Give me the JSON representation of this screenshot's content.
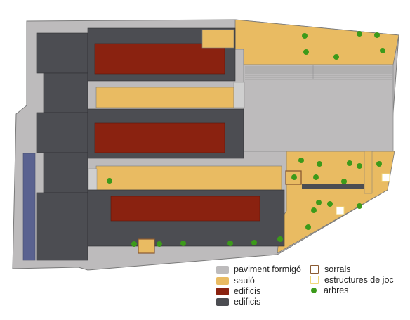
{
  "colors": {
    "concrete": "#bdbbbc",
    "sand": "#e9bb62",
    "building_red": "#8a2210",
    "building_grey": "#4c4d52",
    "sandbox_border": "#8a5a32",
    "play_border": "#f0d77a",
    "tree": "#3c9a1a",
    "side_strip": "#5a6290",
    "line": "#7a7a7a"
  },
  "legend": [
    {
      "label": "paviment formigó",
      "swatch": "concrete",
      "style": "fill"
    },
    {
      "label": "sauló",
      "swatch": "sand",
      "style": "fill"
    },
    {
      "label": "edificis",
      "swatch": "building_red",
      "style": "fill"
    },
    {
      "label": "edificis",
      "swatch": "building_grey",
      "style": "fill"
    },
    {
      "label": "sorrals",
      "swatch": "sandbox_border",
      "style": "outline"
    },
    {
      "label": "estructures de joc",
      "swatch": "play_border",
      "style": "outline"
    },
    {
      "label": "arbres",
      "swatch": "tree",
      "style": "dot"
    }
  ]
}
